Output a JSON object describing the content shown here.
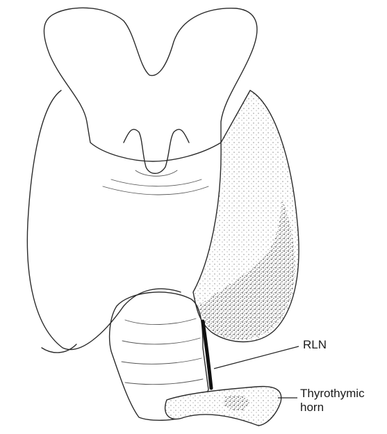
{
  "labels": {
    "rln": "RLN",
    "thyrothymic_line1": "Thyrothymic",
    "thyrothymic_line2": "horn"
  }
}
